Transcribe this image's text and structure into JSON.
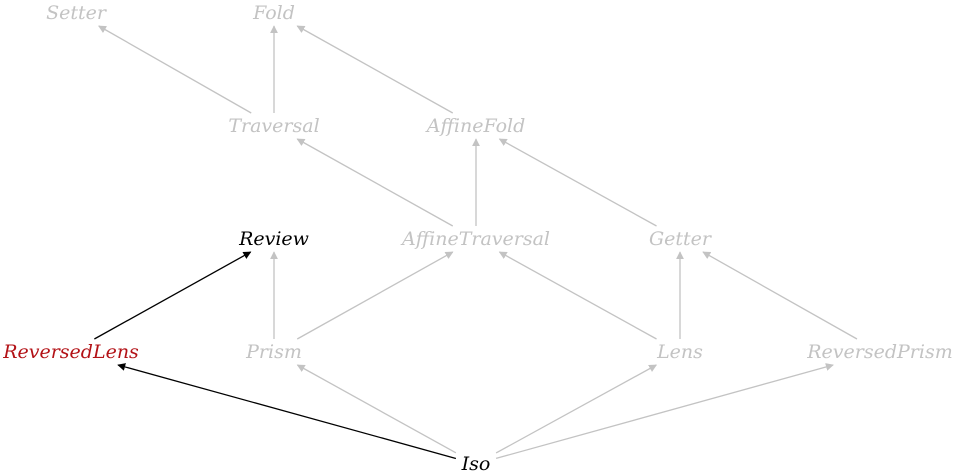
{
  "diagram": {
    "colors": {
      "default": "#c3c3c3",
      "active": "#000000",
      "highlight": "#b31217"
    },
    "nodes": [
      {
        "id": "setter",
        "label": "Setter",
        "style": "default"
      },
      {
        "id": "fold",
        "label": "Fold",
        "style": "default"
      },
      {
        "id": "traversal",
        "label": "Traversal",
        "style": "default"
      },
      {
        "id": "affinefold",
        "label": "AffineFold",
        "style": "default"
      },
      {
        "id": "review",
        "label": "Review",
        "style": "active"
      },
      {
        "id": "affinetraversal",
        "label": "AffineTraversal",
        "style": "default"
      },
      {
        "id": "getter",
        "label": "Getter",
        "style": "default"
      },
      {
        "id": "reversedlens",
        "label": "ReversedLens",
        "style": "highlight"
      },
      {
        "id": "prism",
        "label": "Prism",
        "style": "default"
      },
      {
        "id": "lens",
        "label": "Lens",
        "style": "default"
      },
      {
        "id": "reversedprism",
        "label": "ReversedPrism",
        "style": "default"
      },
      {
        "id": "iso",
        "label": "Iso",
        "style": "active"
      }
    ],
    "edges": [
      {
        "from": "traversal",
        "to": "setter",
        "style": "default"
      },
      {
        "from": "traversal",
        "to": "fold",
        "style": "default"
      },
      {
        "from": "affinefold",
        "to": "fold",
        "style": "default"
      },
      {
        "from": "affinetraversal",
        "to": "traversal",
        "style": "default"
      },
      {
        "from": "affinetraversal",
        "to": "affinefold",
        "style": "default"
      },
      {
        "from": "getter",
        "to": "affinefold",
        "style": "default"
      },
      {
        "from": "reversedlens",
        "to": "review",
        "style": "active"
      },
      {
        "from": "prism",
        "to": "review",
        "style": "default"
      },
      {
        "from": "prism",
        "to": "affinetraversal",
        "style": "default"
      },
      {
        "from": "lens",
        "to": "affinetraversal",
        "style": "default"
      },
      {
        "from": "lens",
        "to": "getter",
        "style": "default"
      },
      {
        "from": "reversedprism",
        "to": "getter",
        "style": "default"
      },
      {
        "from": "iso",
        "to": "reversedlens",
        "style": "active"
      },
      {
        "from": "iso",
        "to": "prism",
        "style": "default"
      },
      {
        "from": "iso",
        "to": "lens",
        "style": "default"
      },
      {
        "from": "iso",
        "to": "reversedprism",
        "style": "default"
      }
    ]
  }
}
